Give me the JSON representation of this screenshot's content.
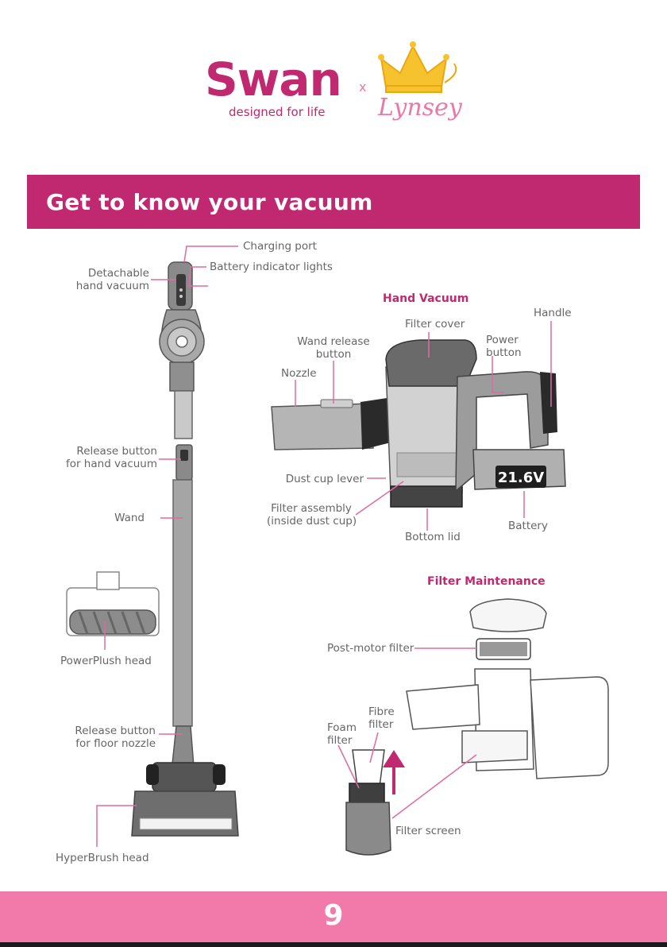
{
  "logo": {
    "brand": "Swan",
    "tagline": "designed for life",
    "collab_mark": "x",
    "partner": "Lynsey"
  },
  "heading": "Get to know your vacuum",
  "labels": {
    "charging_port": "Charging port",
    "battery_indicator": "Battery indicator lights",
    "detachable_line1": "Detachable",
    "detachable_line2": "hand vacuum",
    "release_hand_line1": "Release button",
    "release_hand_line2": "for hand vacuum",
    "wand": "Wand",
    "powerplush": "PowerPlush head",
    "release_floor_line1": "Release button",
    "release_floor_line2": "for floor nozzle",
    "hyperbrush": "HyperBrush head"
  },
  "hand_vacuum": {
    "title": "Hand Vacuum",
    "filter_cover": "Filter cover",
    "handle": "Handle",
    "power_line1": "Power",
    "power_line2": "button",
    "wand_release_line1": "Wand release",
    "wand_release_line2": "button",
    "nozzle": "Nozzle",
    "dust_cup_lever": "Dust cup lever",
    "filter_assembly_line1": "Filter assembly",
    "filter_assembly_line2": "(inside dust cup)",
    "bottom_lid": "Bottom lid",
    "battery": "Battery",
    "voltage": "21.6V"
  },
  "filter_maintenance": {
    "title": "Filter Maintenance",
    "post_motor": "Post-motor filter",
    "fibre_line1": "Fibre",
    "fibre_line2": "filter",
    "foam_line1": "Foam",
    "foam_line2": "filter",
    "filter_screen": "Filter screen"
  },
  "page_number": "9",
  "colors": {
    "brand": "#c0296f",
    "footer": "#f17aaa",
    "leader": "#e06aa0",
    "body_grey": "#7a7a7a"
  }
}
